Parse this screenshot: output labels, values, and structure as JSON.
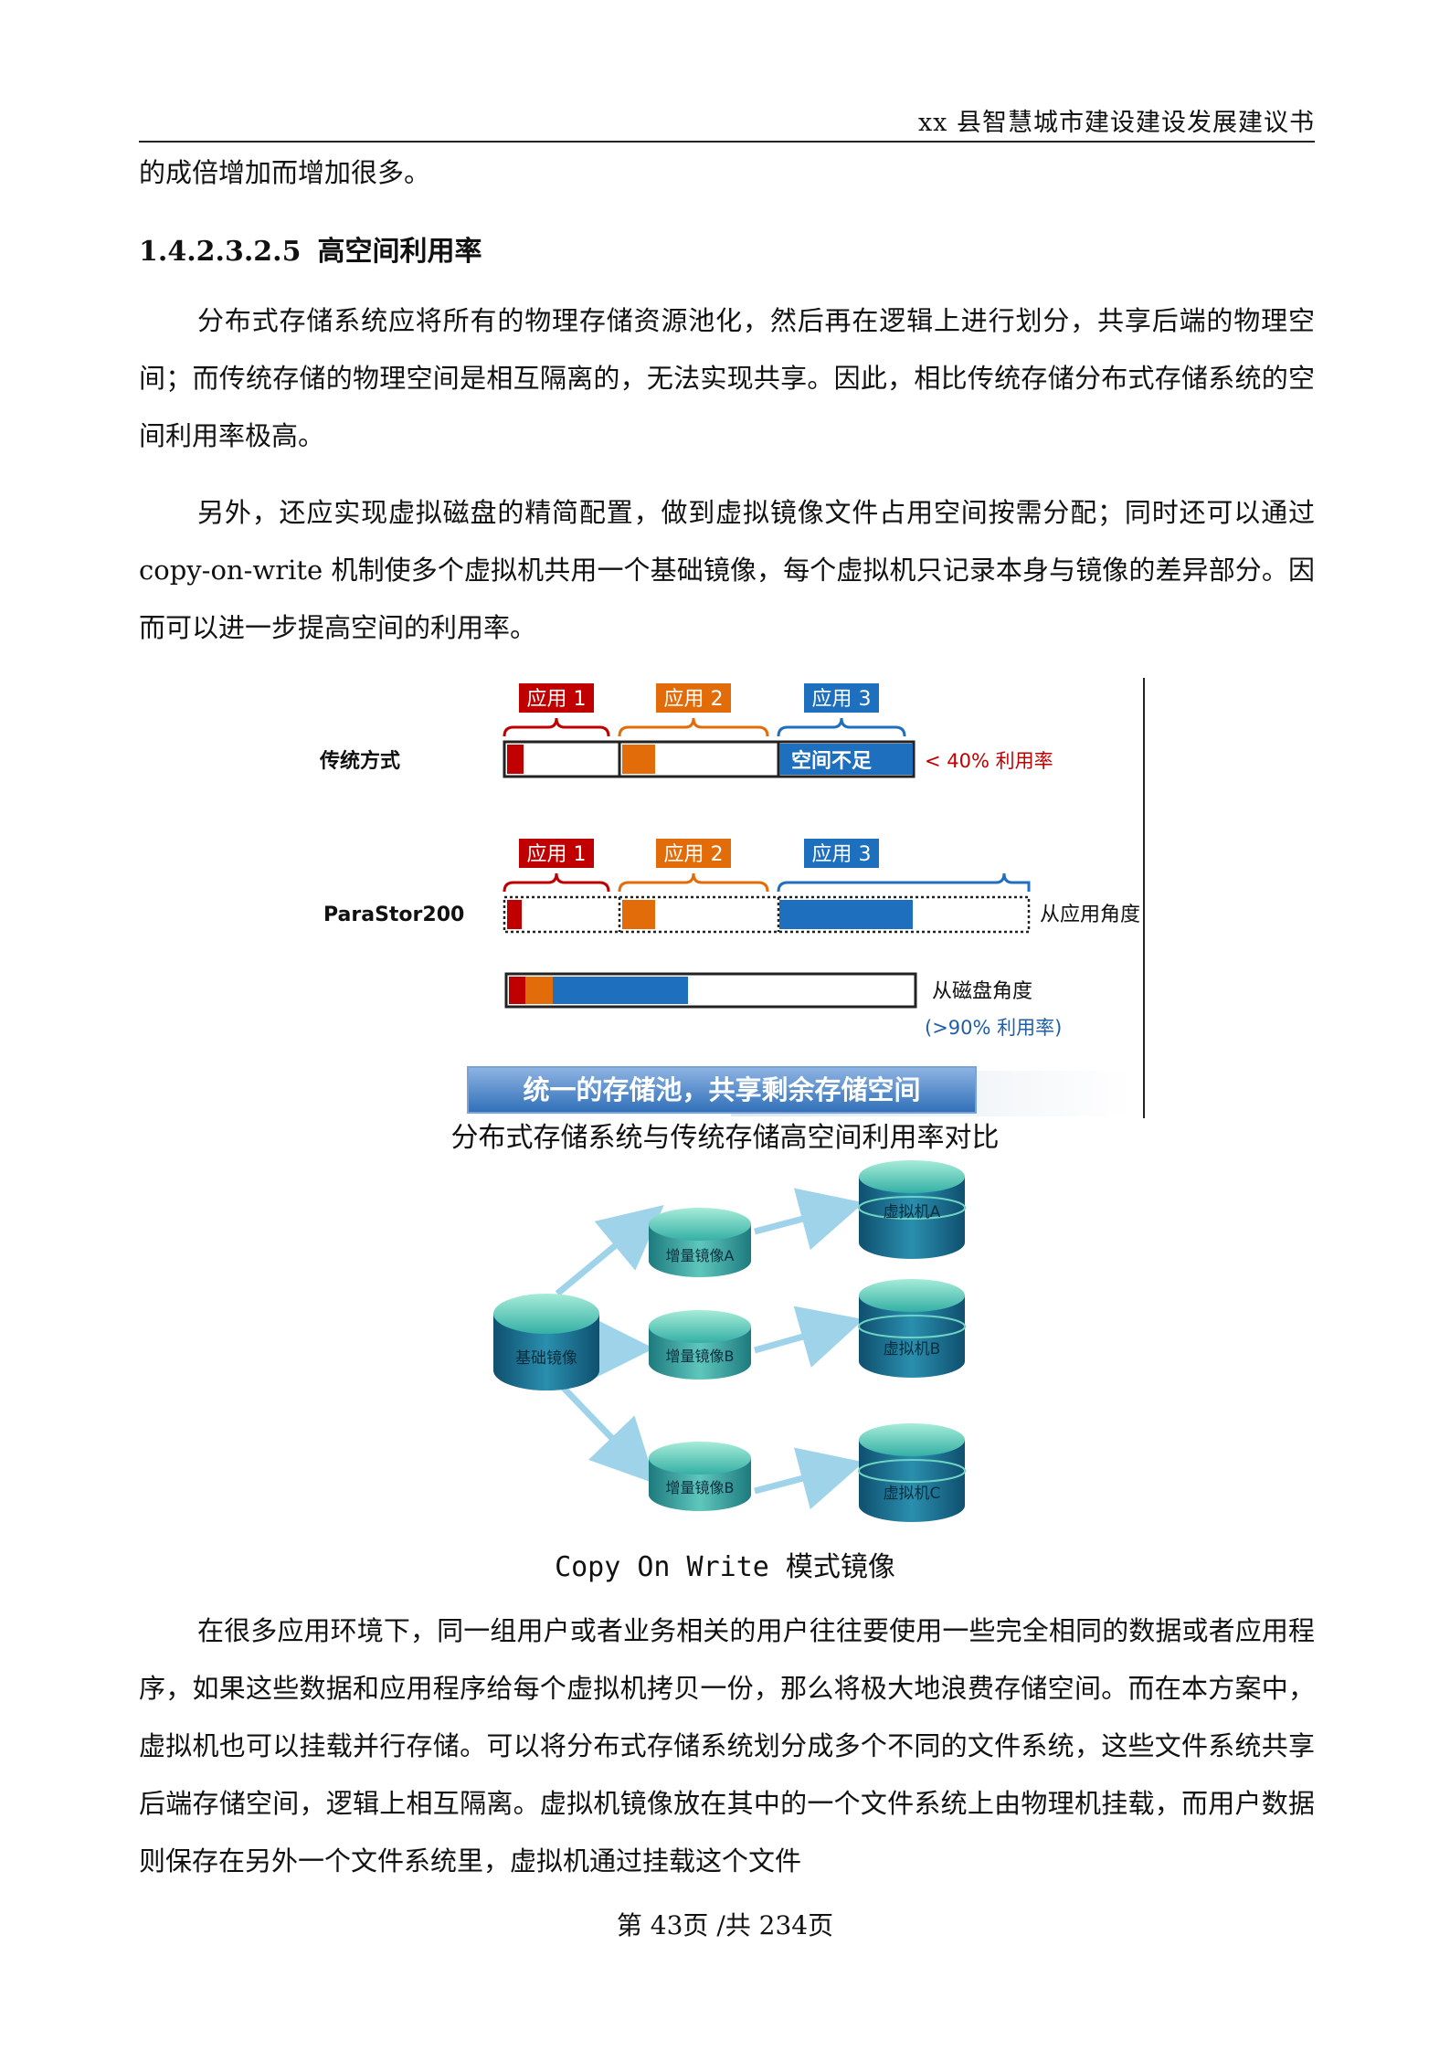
{
  "header": {
    "title": "xx 县智慧城市建设建设发展建议书"
  },
  "body": {
    "continuation": "的成倍增加而增加很多。",
    "section": {
      "number": "1.4.2.3.2.5",
      "title": "高空间利用率"
    },
    "para1": "分布式存储系统应将所有的物理存储资源池化，然后再在逻辑上进行划分，共享后端的物理空间；而传统存储的物理空间是相互隔离的，无法实现共享。因此，相比传统存储分布式存储系统的空间利用率极高。",
    "para2": "另外，还应实现虚拟磁盘的精简配置，做到虚拟镜像文件占用空间按需分配；同时还可以通过 copy-on-write 机制使多个虚拟机共用一个基础镜像，每个虚拟机只记录本身与镜像的差异部分。因而可以进一步提高空间的利用率。",
    "para3": "在很多应用环境下，同一组用户或者业务相关的用户往往要使用一些完全相同的数据或者应用程序，如果这些数据和应用程序给每个虚拟机拷贝一份，那么将极大地浪费存储空间。而在本方案中，虚拟机也可以挂载并行存储。可以将分布式存储系统划分成多个不同的文件系统，这些文件系统共享后端存储空间，逻辑上相互隔离。虚拟机镜像放在其中的一个文件系统上由物理机挂载，而用户数据则保存在另外一个文件系统里，虚拟机通过挂载这个文件"
  },
  "figure1": {
    "caption": "分布式存储系统与传统存储高空间利用率对比",
    "app_labels": [
      "应用 1",
      "应用 2",
      "应用 3"
    ],
    "row_traditional": "传统方式",
    "insufficient": "空间不足",
    "traditional_util": "< 40% 利用率",
    "row_parastor": "ParaStor200",
    "app_view": "从应用角度",
    "disk_view": "从磁盘角度",
    "disk_util": "(>90% 利用率)",
    "banner": "统一的存储池，共享剩余存储空间",
    "colors": {
      "app1": "#c00000",
      "app2": "#e36c0a",
      "app3": "#1f6fbf"
    }
  },
  "figure2": {
    "caption": "Copy On Write 模式镜像",
    "base": "基础镜像",
    "increments": [
      "增量镜像A",
      "增量镜像B",
      "增量镜像B"
    ],
    "vms": [
      "虚拟机A",
      "虚拟机B",
      "虚拟机C"
    ]
  },
  "footer": {
    "page": "第 43页 /共 234页"
  }
}
